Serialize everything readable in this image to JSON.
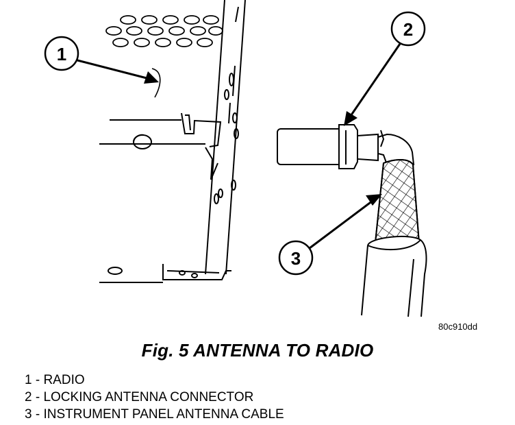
{
  "figure": {
    "callouts": [
      "1",
      "2",
      "3"
    ],
    "image_id": "80c910dd",
    "caption": "Fig. 5 ANTENNA TO RADIO"
  },
  "legend": [
    "1 - RADIO",
    "2 - LOCKING ANTENNA CONNECTOR",
    "3 - INSTRUMENT PANEL ANTENNA CABLE"
  ]
}
